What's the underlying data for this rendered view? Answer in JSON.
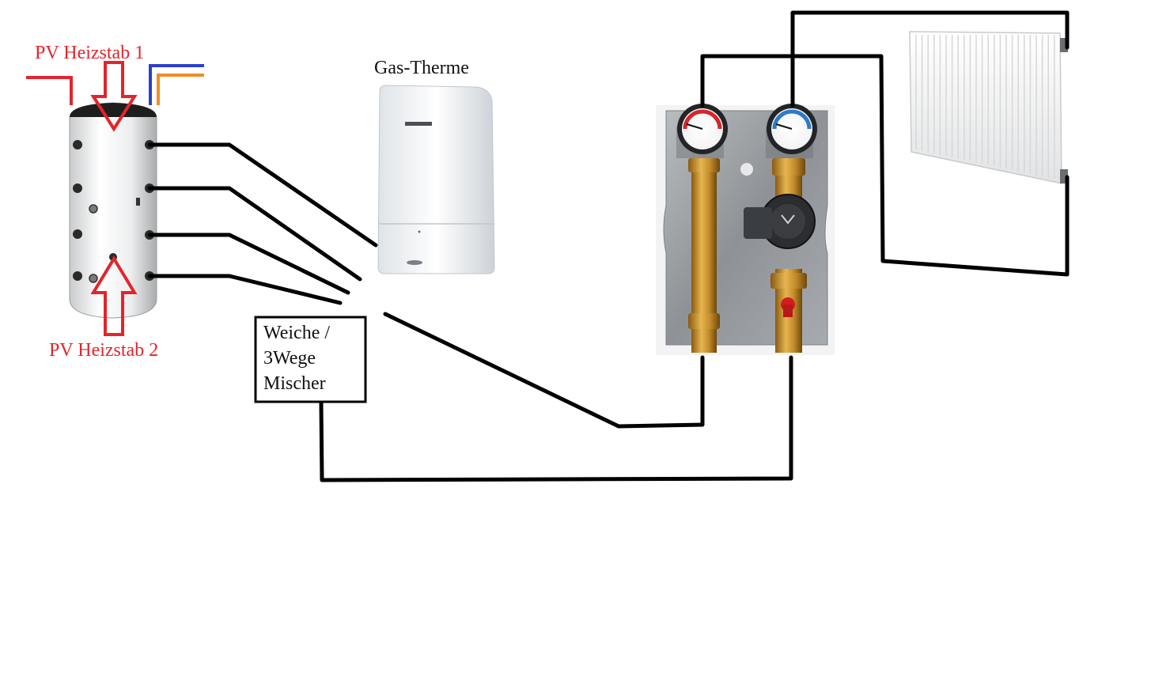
{
  "labels": {
    "pv_heater_1": "PV Heizstab 1",
    "pv_heater_2": "PV Heizstab 2",
    "gas_boiler": "Gas-Therme",
    "mixer_line1": "Weiche /",
    "mixer_line2": "3Wege",
    "mixer_line3": "Mischer"
  },
  "colors": {
    "heater_arrow": "#e5232b",
    "pipe_cold": "#2b3fd1",
    "pipe_warm": "#f28c28",
    "pipe_hot": "#e5232b",
    "wire": "#000000"
  },
  "icons": {
    "storage_tank": "buffer-tank-icon",
    "boiler": "gas-boiler-icon",
    "pump_group": "pump-station-icon",
    "radiator": "radiator-icon"
  }
}
